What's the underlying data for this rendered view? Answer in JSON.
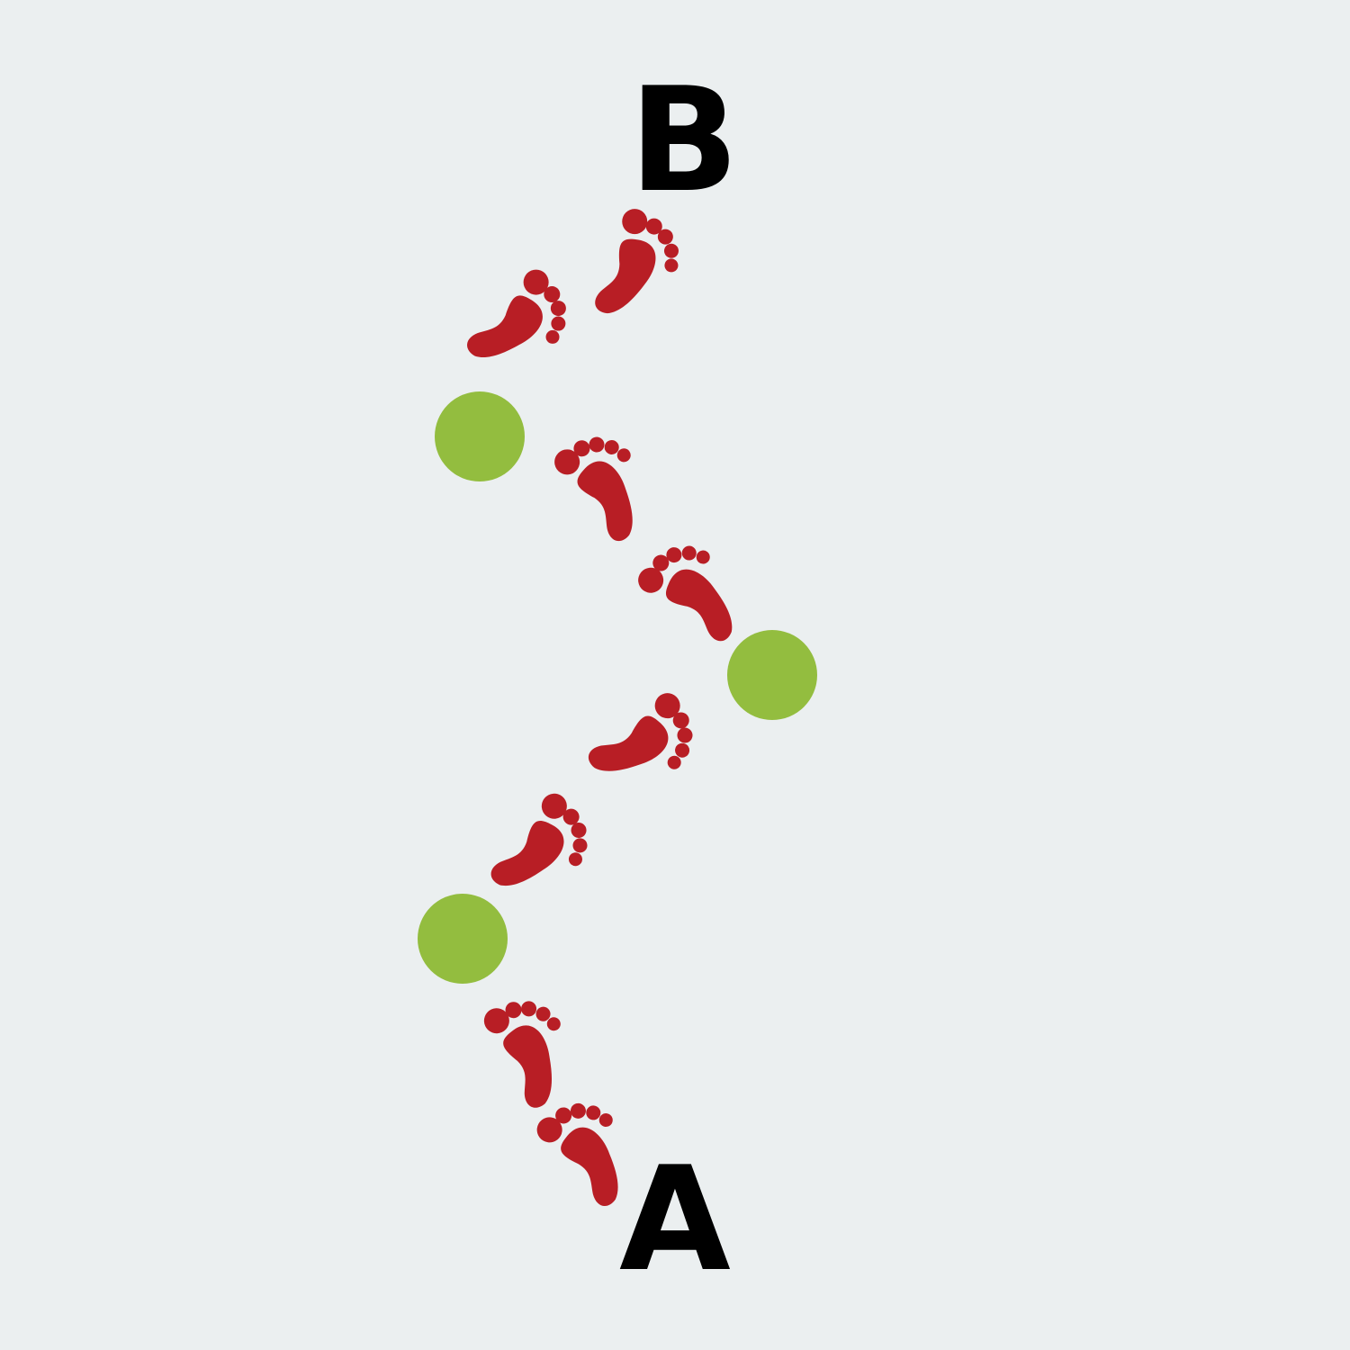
{
  "labels": {
    "start": "A",
    "end": "B"
  },
  "colors": {
    "background": "#ebeff0",
    "footprint": "#b81e25",
    "waypoint": "#93bd3f",
    "label": "#000000"
  },
  "icons": {
    "footprint": "footprint-icon",
    "waypoint": "green-dot"
  },
  "counts": {
    "footprints": 8,
    "waypoints": 3
  }
}
